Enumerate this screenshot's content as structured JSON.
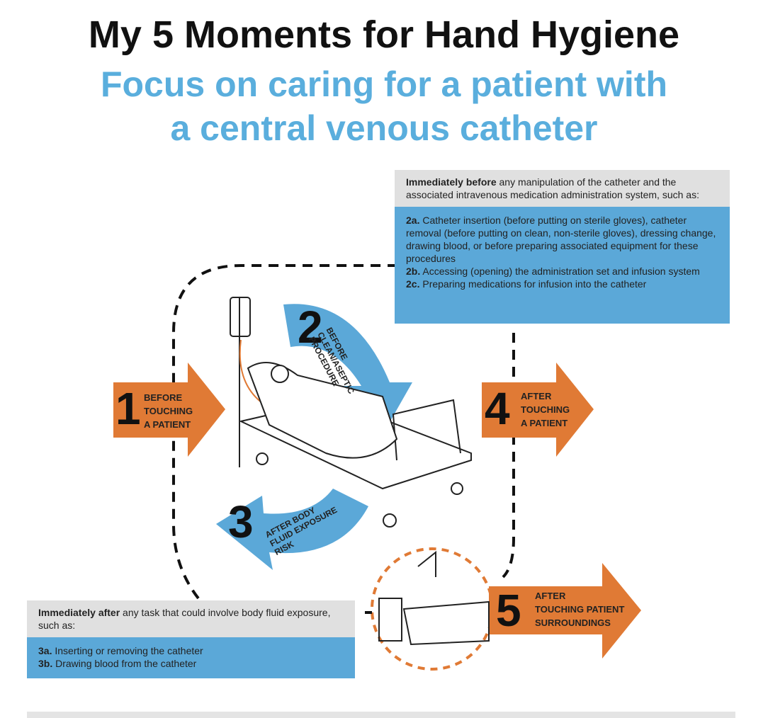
{
  "title": "My 5 Moments for Hand Hygiene",
  "subtitle_line1": "Focus on caring for a patient with",
  "subtitle_line2": "a central venous catheter",
  "moments": [
    {
      "number": "1",
      "label": [
        "BEFORE",
        "TOUCHING",
        "A PATIENT"
      ]
    },
    {
      "number": "2",
      "label": "BEFORE CLEAN/ASEPTIC PROCEDURE"
    },
    {
      "number": "3",
      "label": "AFTER BODY FLUID EXPOSURE RISK"
    },
    {
      "number": "4",
      "label": [
        "AFTER",
        "TOUCHING",
        "A PATIENT"
      ]
    },
    {
      "number": "5",
      "label": [
        "AFTER",
        "TOUCHING PATIENT",
        "SURROUNDINGS"
      ]
    }
  ],
  "box2": {
    "bold": "Immediately before",
    "intro": " any manipulation of the catheter and the associated intravenous medication administration system, such as:",
    "items": [
      {
        "id": "2a.",
        "text": " Catheter insertion (before putting on sterile gloves), catheter removal (before putting on clean, non-sterile gloves), dressing change, drawing blood, or before preparing associated equipment for these procedures"
      },
      {
        "id": "2b.",
        "text": " Accessing (opening) the administration set and infusion system"
      },
      {
        "id": "2c.",
        "text": " Preparing medications for infusion into the catheter"
      }
    ]
  },
  "box3": {
    "bold": "Immediately after",
    "intro": " any task that could involve body fluid exposure, such as:",
    "items": [
      {
        "id": "3a.",
        "text": " Inserting or removing the catheter"
      },
      {
        "id": "3b.",
        "text": " Drawing blood from the catheter"
      }
    ]
  },
  "colors": {
    "orange": "#e07a35",
    "blue": "#5ba8d8",
    "gray": "#e0e0e0"
  }
}
